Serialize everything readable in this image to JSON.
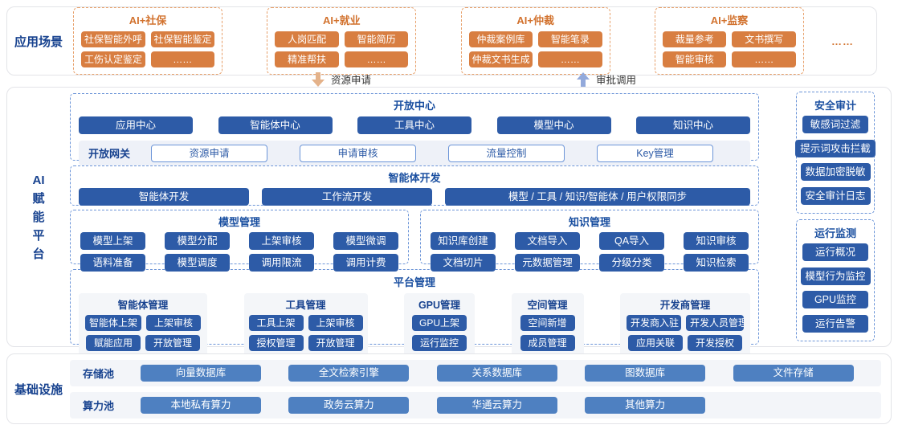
{
  "app_scenarios": {
    "label": "应用场景",
    "more": "……",
    "groups": [
      {
        "title": "AI+社保",
        "items": [
          "社保智能外呼",
          "社保智能鉴定",
          "工伤认定鉴定",
          "……"
        ]
      },
      {
        "title": "AI+就业",
        "items": [
          "人岗匹配",
          "智能简历",
          "精准帮扶",
          "……"
        ]
      },
      {
        "title": "AI+仲裁",
        "items": [
          "仲裁案例库",
          "智能笔录",
          "仲裁文书生成",
          "……"
        ]
      },
      {
        "title": "AI+监察",
        "items": [
          "裁量参考",
          "文书撰写",
          "智能审核",
          "……"
        ]
      }
    ]
  },
  "flows": {
    "down": {
      "label": "资源申请"
    },
    "up": {
      "label": "审批调用"
    }
  },
  "platform": {
    "label_chars": [
      "AI",
      "赋",
      "能",
      "平",
      "台"
    ],
    "open_center": {
      "title": "开放中心",
      "centers": [
        "应用中心",
        "智能体中心",
        "工具中心",
        "模型中心",
        "知识中心"
      ],
      "gateway": {
        "label": "开放网关",
        "items": [
          "资源申请",
          "申请审核",
          "流量控制",
          "Key管理"
        ]
      }
    },
    "agent_dev": {
      "title": "智能体开发",
      "items": [
        "智能体开发",
        "工作流开发",
        "模型 / 工具 / 知识/智能体 / 用户权限同步"
      ]
    },
    "model_mgmt": {
      "title": "模型管理",
      "items": [
        "模型上架",
        "模型分配",
        "上架审核",
        "模型微调",
        "语料准备",
        "模型调度",
        "调用限流",
        "调用计费"
      ]
    },
    "knowledge_mgmt": {
      "title": "知识管理",
      "items": [
        "知识库创建",
        "文档导入",
        "QA导入",
        "知识审核",
        "文档切片",
        "元数据管理",
        "分级分类",
        "知识检索"
      ]
    },
    "platform_mgmt": {
      "title": "平台管理",
      "groups": [
        {
          "title": "智能体管理",
          "rows": [
            [
              "智能体上架",
              "上架审核"
            ],
            [
              "赋能应用",
              "开放管理"
            ]
          ]
        },
        {
          "title": "工具管理",
          "rows": [
            [
              "工具上架",
              "上架审核"
            ],
            [
              "授权管理",
              "开放管理"
            ]
          ]
        },
        {
          "title": "GPU管理",
          "rows": [
            [
              "GPU上架"
            ],
            [
              "运行监控"
            ]
          ]
        },
        {
          "title": "空间管理",
          "rows": [
            [
              "空间新增"
            ],
            [
              "成员管理"
            ]
          ]
        },
        {
          "title": "开发商管理",
          "rows": [
            [
              "开发商入驻",
              "开发人员管理"
            ],
            [
              "应用关联",
              "开发授权"
            ]
          ]
        }
      ]
    },
    "security_audit": {
      "title": "安全审计",
      "items": [
        "敏感词过滤",
        "提示词攻击拦截",
        "数据加密脱敏",
        "安全审计日志"
      ]
    },
    "monitoring": {
      "title": "运行监测",
      "items": [
        "运行概况",
        "模型行为监控",
        "GPU监控",
        "运行告警"
      ]
    }
  },
  "infrastructure": {
    "label": "基础设施",
    "rows": [
      {
        "label": "存储池",
        "items": [
          "向量数据库",
          "全文检索引擎",
          "关系数据库",
          "图数据库",
          "文件存储"
        ]
      },
      {
        "label": "算力池",
        "items": [
          "本地私有算力",
          "政务云算力",
          "华通云算力",
          "其他算力"
        ]
      }
    ]
  },
  "colors": {
    "orange_solid": "#D87E41",
    "orange_border": "#E7A06A",
    "orange_text": "#D2722E",
    "blue_solid": "#2D5BA7",
    "blue_title": "#17428F",
    "blue_dashed_border": "#6C95D8",
    "steel_blue_solid": "#4E80C1",
    "gateway_band_bg": "#EEF1F8",
    "panel_bg": "#F4F6F9",
    "infra_band_bg": "#F3F5F9",
    "arrow_down": "#E4B28A",
    "arrow_up": "#92A9DB"
  }
}
